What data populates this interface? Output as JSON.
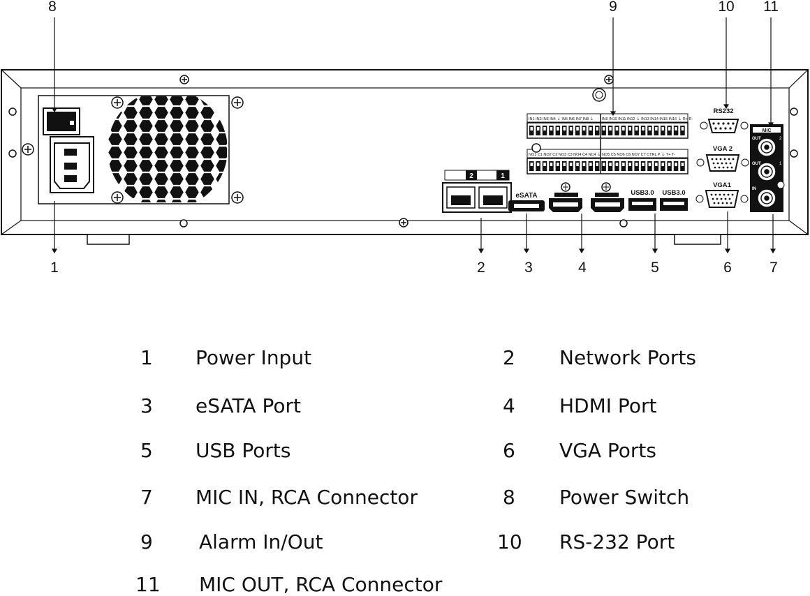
{
  "callouts": {
    "c1": "1",
    "c2": "2",
    "c3": "3",
    "c4": "4",
    "c5": "5",
    "c6": "6",
    "c7": "7",
    "c8": "8",
    "c9": "9",
    "c10": "10",
    "c11": "11"
  },
  "panel_labels": {
    "esata": "eSATA",
    "usb_a": "USB3.0",
    "usb_b": "USB3.0",
    "vga1": "VGA1",
    "vga2": "VGA 2",
    "rs232": "RS232",
    "mic": "MIC",
    "mic_out_a": "OUT",
    "mic_out_b": "OUT",
    "mic_in": "IN",
    "mic_ch2": "2",
    "mic_ch1": "1",
    "lan2": "2",
    "lan1": "1",
    "alarm_row1_left": "IN1 IN2 IN3 IN4 ⏚ IN5 IN6 IN7 IN8 ⏚",
    "alarm_row1_right": "IN9 IN10 IN11 IN12 ⏚ IN13 IN14 IN15 IN16 ⏚ R+ R-",
    "alarm_row2_left": "NO1 C1 NO2 C2 NO3 C3 NO4 C4 NC4 ⏚",
    "alarm_row2_right": "NO5 C5 NO6 C6 NO7 C7 CTRL P ⏚ T+ T-"
  },
  "legend": [
    {
      "num": "1",
      "label": "Power Input"
    },
    {
      "num": "2",
      "label": "Network Ports"
    },
    {
      "num": "3",
      "label": "eSATA Port"
    },
    {
      "num": "4",
      "label": "HDMI Port"
    },
    {
      "num": "5",
      "label": "USB Ports"
    },
    {
      "num": "6",
      "label": "VGA Ports"
    },
    {
      "num": "7",
      "label": "MIC IN, RCA Connector"
    },
    {
      "num": "8",
      "label": "Power Switch"
    },
    {
      "num": "9",
      "label": "Alarm In/Out"
    },
    {
      "num": "10",
      "label": "RS-232 Port"
    },
    {
      "num": "11",
      "label": "MIC OUT, RCA Connector"
    }
  ]
}
